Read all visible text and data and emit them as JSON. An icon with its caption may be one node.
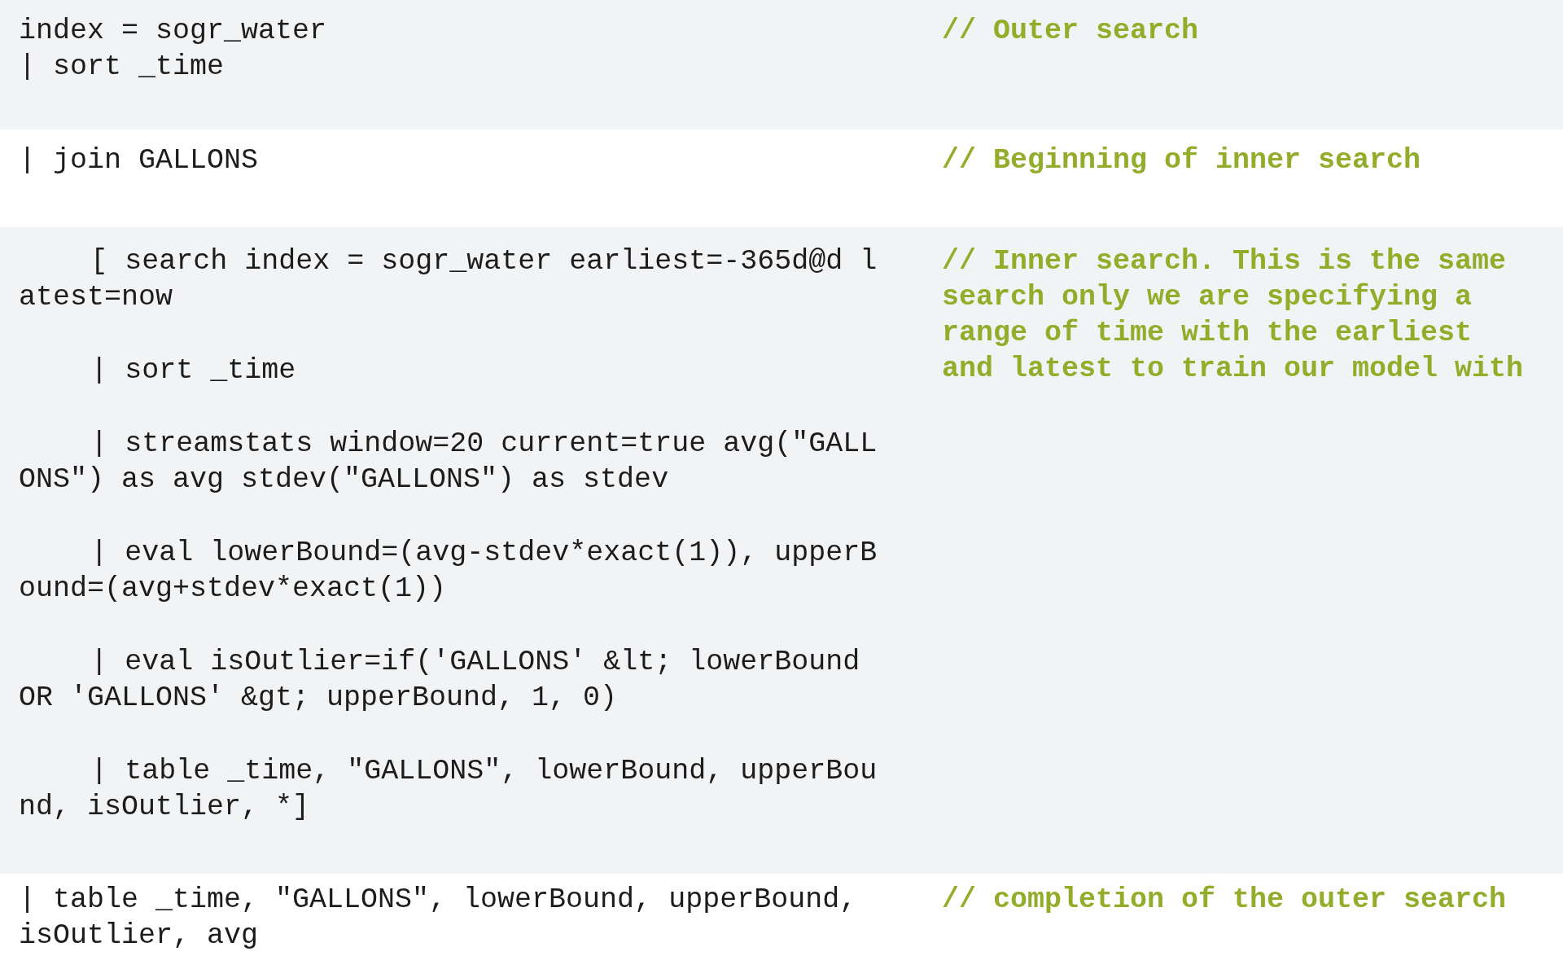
{
  "diagram": {
    "labels": [
      "index = sogr_water",
      "| sort _time",
      "// Outer search",
      "| join GALLONS",
      "// Beginning of inner search",
      "[ search index = sogr_water earliest=-365d@d latest=now",
      "| sort _time",
      "| streamstats window=20 current=true avg(\"GALLONS\") as avg stdev(\"GALLONS\") as stdev",
      "| eval lowerBound=(avg-stdev*exact(1)), upperBound=(avg+stdev*exact(1))",
      "| eval isOutlier=if('GALLONS' &lt; lowerBound OR 'GALLONS' &gt; upperBound, 1, 0)",
      "| table _time, \"GALLONS\", lowerBound, upperBound, isOutlier, *]",
      "// Inner search. This is the same search only we are specifying a range of time with the earliest and latest to train our model with",
      "| table _time, \"GALLONS\", lowerBound, upperBound, isOutlier, avg",
      "// completion of the outer search"
    ]
  }
}
